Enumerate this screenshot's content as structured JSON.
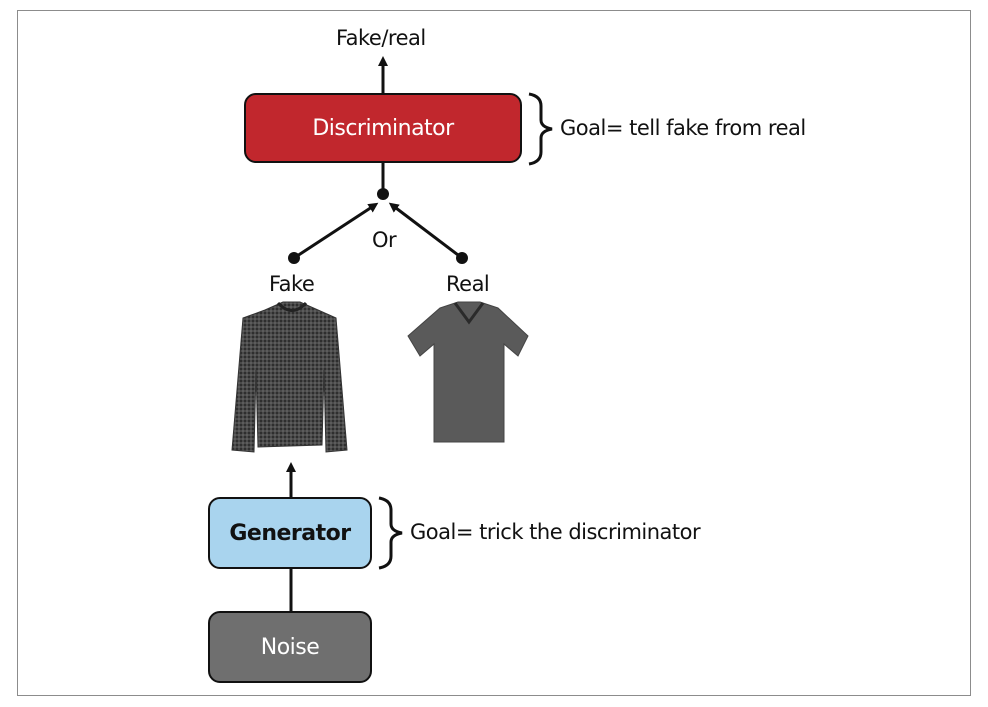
{
  "output_label": "Fake/real",
  "discriminator": {
    "label": "Discriminator",
    "goal": "Goal= tell fake from real",
    "color": "#c1272d"
  },
  "combiner_label": "Or",
  "fake_label": "Fake",
  "real_label": "Real",
  "generator": {
    "label": "Generator",
    "goal": "Goal= trick the discriminator",
    "color": "#a9d4ee"
  },
  "noise": {
    "label": "Noise",
    "color": "#6f6f6f"
  },
  "images": {
    "fake": {
      "icon": "sweater-icon",
      "color": "#3e3e3e"
    },
    "real": {
      "icon": "tshirt-icon",
      "color": "#555555"
    }
  }
}
